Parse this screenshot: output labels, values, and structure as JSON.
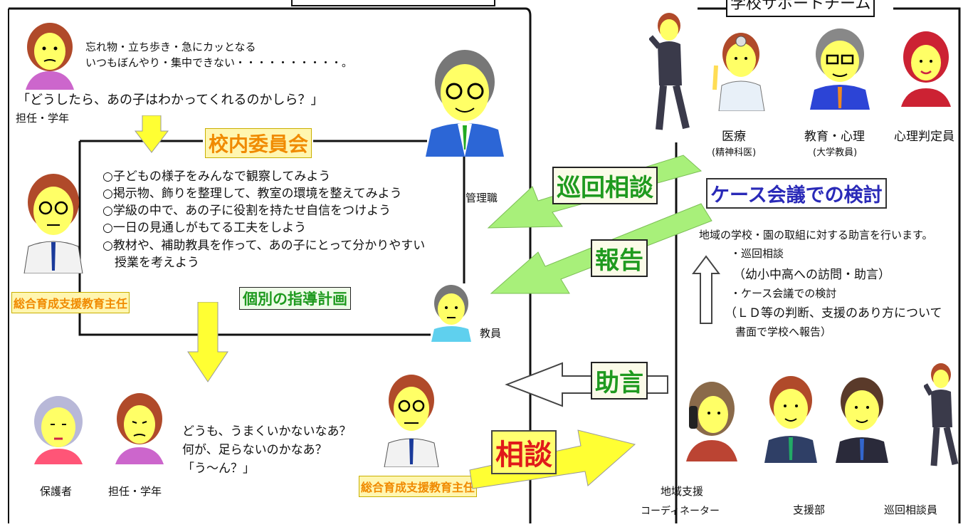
{
  "top_banner": {
    "team_title": "学校サポートチーム"
  },
  "school_side": {
    "concern_lines": [
      "忘れ物・立ち歩き・急にカッとなる",
      "いつもぼんやり・集中できない・・・・・・・・・・。"
    ],
    "question": "「どうしたら、あの子はわかってくれるのかしら？」",
    "teacher_label": "担任・学年",
    "committee_title": "校内委員会",
    "principal_label": "管理職",
    "plan_items": [
      "○子どもの様子をみんなで観察してみよう",
      "○掲示物、飾りを整理して、教室の環境を整えてみよう",
      "○学級の中で、あの子に役割を持たせ自信をつけよう",
      "○一日の見通しがもてる工夫をしよう",
      "○教材や、補助教具を作って、あの子にとって分かりやすい",
      "　授業を考えよう"
    ],
    "coordinator_label": "総合育成支援教育主任",
    "plan_title": "個別の指導計画",
    "staff_label": "教員",
    "worry_lines": [
      "どうも、うまくいかないなあ？",
      "何が、足らないのかなあ？",
      "「う～ん？」"
    ],
    "guardian_label": "保護者",
    "teacher_label2": "担任・学年",
    "coordinator_label2": "総合育成支援教育主任"
  },
  "arrows": {
    "visit": "巡回相談",
    "report": "報告",
    "advice": "助言",
    "consult": "相談"
  },
  "support_side": {
    "members": [
      {
        "label": "医療",
        "sub": "(精神科医)"
      },
      {
        "label": "教育・心理",
        "sub": "(大学教員)"
      },
      {
        "label": "心理判定員",
        "sub": ""
      }
    ],
    "case_meeting": "ケース会議での検討",
    "service_intro": "地域の学校・園の取組に対する助言を行います。",
    "service_lines": [
      "・巡回相談",
      "（幼小中高への訪問・助言）",
      "・ケース会議での検討",
      "（ＬＤ等の判断、支援のあり方について",
      "　書面で学校へ報告）"
    ],
    "coordinator_line1": "地域支援",
    "coordinator_line2": "コーディネーター",
    "support_staff": "支援部",
    "visit_counselor": "巡回相談員"
  },
  "colors": {
    "arrow_green": "#a8f07a",
    "arrow_yellow": "#ffff33",
    "label_orange": "#f08a00",
    "label_green": "#1f9a1f",
    "label_red": "#e01a1a",
    "label_blue": "#2a2ab8"
  },
  "icons": {
    "teacher_woman": "woman-teacher-icon",
    "principal": "principal-man-icon",
    "coordinator": "coordinator-man-icon",
    "staff": "staff-man-icon",
    "guardian": "grandmother-icon",
    "doctor": "doctor-icon",
    "professor": "professor-icon",
    "psychologist": "woman-psychologist-icon",
    "walker": "walking-man-icon"
  }
}
